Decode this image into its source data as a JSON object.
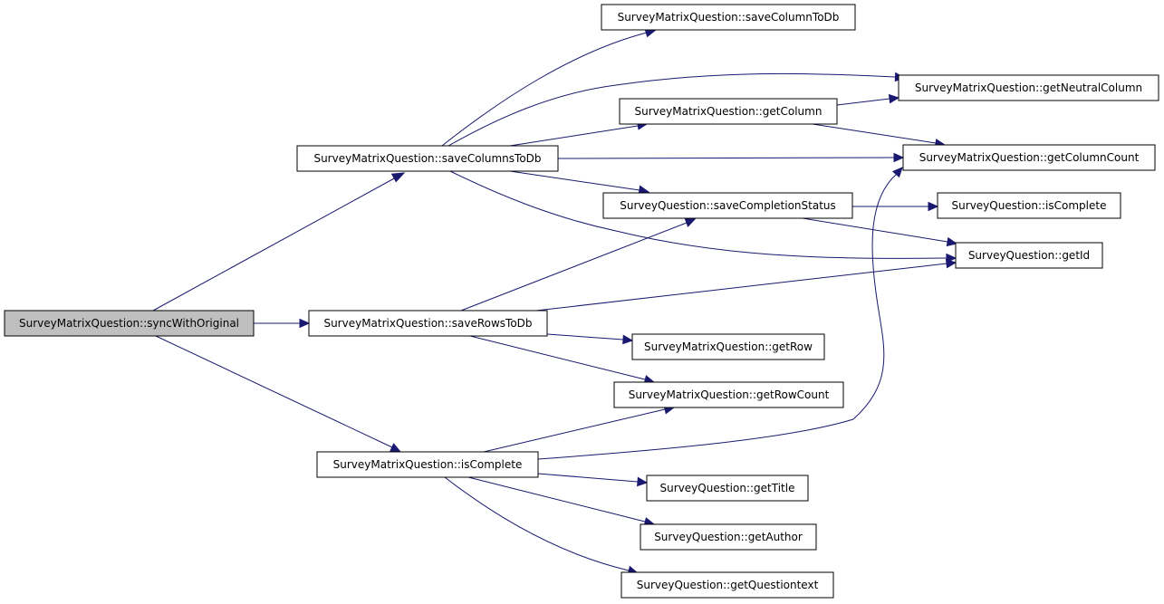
{
  "diagram": {
    "colors": {
      "edge": "#191970",
      "node_border": "#000000",
      "node_fill": "#ffffff",
      "root_fill": "#bfbfbf"
    },
    "nodes": {
      "sync": {
        "label": "SurveyMatrixQuestion::syncWithOriginal"
      },
      "saveColumnsToDb": {
        "label": "SurveyMatrixQuestion::saveColumnsToDb"
      },
      "saveRowsToDb": {
        "label": "SurveyMatrixQuestion::saveRowsToDb"
      },
      "isCompleteMatrix": {
        "label": "SurveyMatrixQuestion::isComplete"
      },
      "saveColumnToDb": {
        "label": "SurveyMatrixQuestion::saveColumnToDb"
      },
      "getNeutralColumn": {
        "label": "SurveyMatrixQuestion::getNeutralColumn"
      },
      "getColumn": {
        "label": "SurveyMatrixQuestion::getColumn"
      },
      "getColumnCount": {
        "label": "SurveyMatrixQuestion::getColumnCount"
      },
      "saveCompletionStatus": {
        "label": "SurveyQuestion::saveCompletionStatus"
      },
      "isCompleteSurvey": {
        "label": "SurveyQuestion::isComplete"
      },
      "getId": {
        "label": "SurveyQuestion::getId"
      },
      "getRow": {
        "label": "SurveyMatrixQuestion::getRow"
      },
      "getRowCount": {
        "label": "SurveyMatrixQuestion::getRowCount"
      },
      "getTitle": {
        "label": "SurveyQuestion::getTitle"
      },
      "getAuthor": {
        "label": "SurveyQuestion::getAuthor"
      },
      "getQuestiontext": {
        "label": "SurveyQuestion::getQuestiontext"
      }
    }
  }
}
